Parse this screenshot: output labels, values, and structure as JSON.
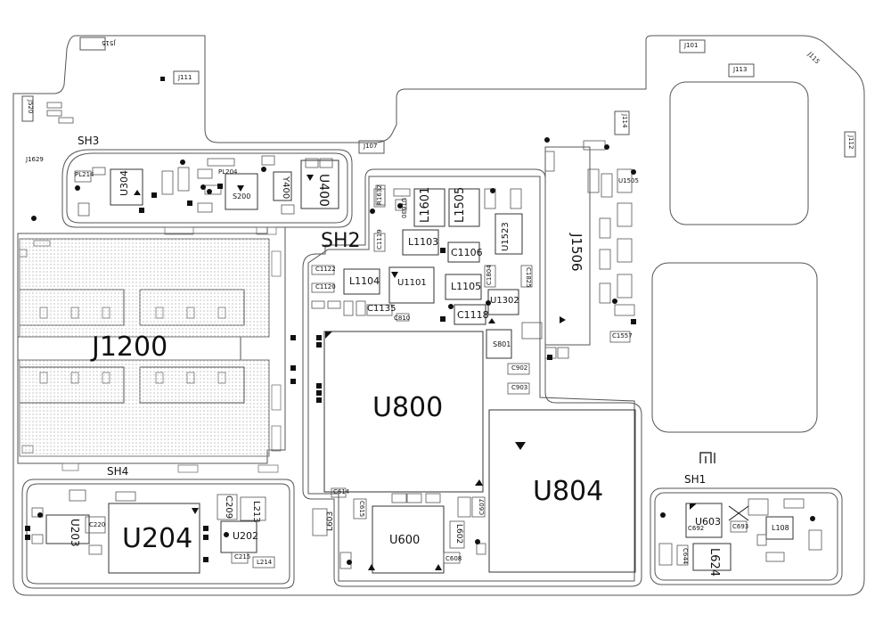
{
  "shields": {
    "sh1": "SH1",
    "sh2": "SH2",
    "sh3": "SH3",
    "sh4": "SH4"
  },
  "major": {
    "u800": "U800",
    "u804": "U804",
    "u204": "U204",
    "u600": "U600",
    "j1200": "J1200",
    "j1506": "J1506",
    "u400": "U400",
    "u304": "U304",
    "u203": "U203",
    "u202": "U202",
    "u603": "U603",
    "l624": "L624",
    "l1601": "L1601",
    "l1505": "L1505",
    "u1523": "U1523",
    "l1103": "L1103",
    "l1104": "L1104",
    "u1101": "U1101",
    "l1105": "L1105",
    "c1106": "C1106",
    "c1118": "C1118",
    "u1302": "U1302",
    "s801": "S801",
    "c1135": "C1135",
    "s200": "S200",
    "y400": "Y400",
    "l213": "L213",
    "c209": "C209",
    "l603": "L603",
    "l602": "L602",
    "l108": "L108",
    "c644": "C644"
  },
  "connectors": {
    "j515": "J515",
    "j111": "J111",
    "j520": "J520",
    "j1629": "J1629",
    "j107": "J107",
    "j101": "J101",
    "j113": "J113",
    "j115": "J115",
    "j114": "J114",
    "j112": "J112"
  },
  "small_refs": {
    "c1122": "C1122",
    "c1120": "C1120",
    "c902": "C902",
    "c903": "C903",
    "c1804": "C1804",
    "c1825": "C1825",
    "r1632": "R1632",
    "u1630": "U1630",
    "c614": "C614",
    "c615": "C615",
    "c607": "C607",
    "c608": "C608",
    "l214": "L214",
    "c220": "C220",
    "c215": "C215",
    "u1505": "U1505",
    "c1557": "C1557",
    "c692": "C692",
    "c693": "C693",
    "c810": "C810",
    "c1119": "C1119",
    "pl204": "PL204",
    "pl214": "PL214"
  },
  "logo": {
    "text": "mi"
  }
}
